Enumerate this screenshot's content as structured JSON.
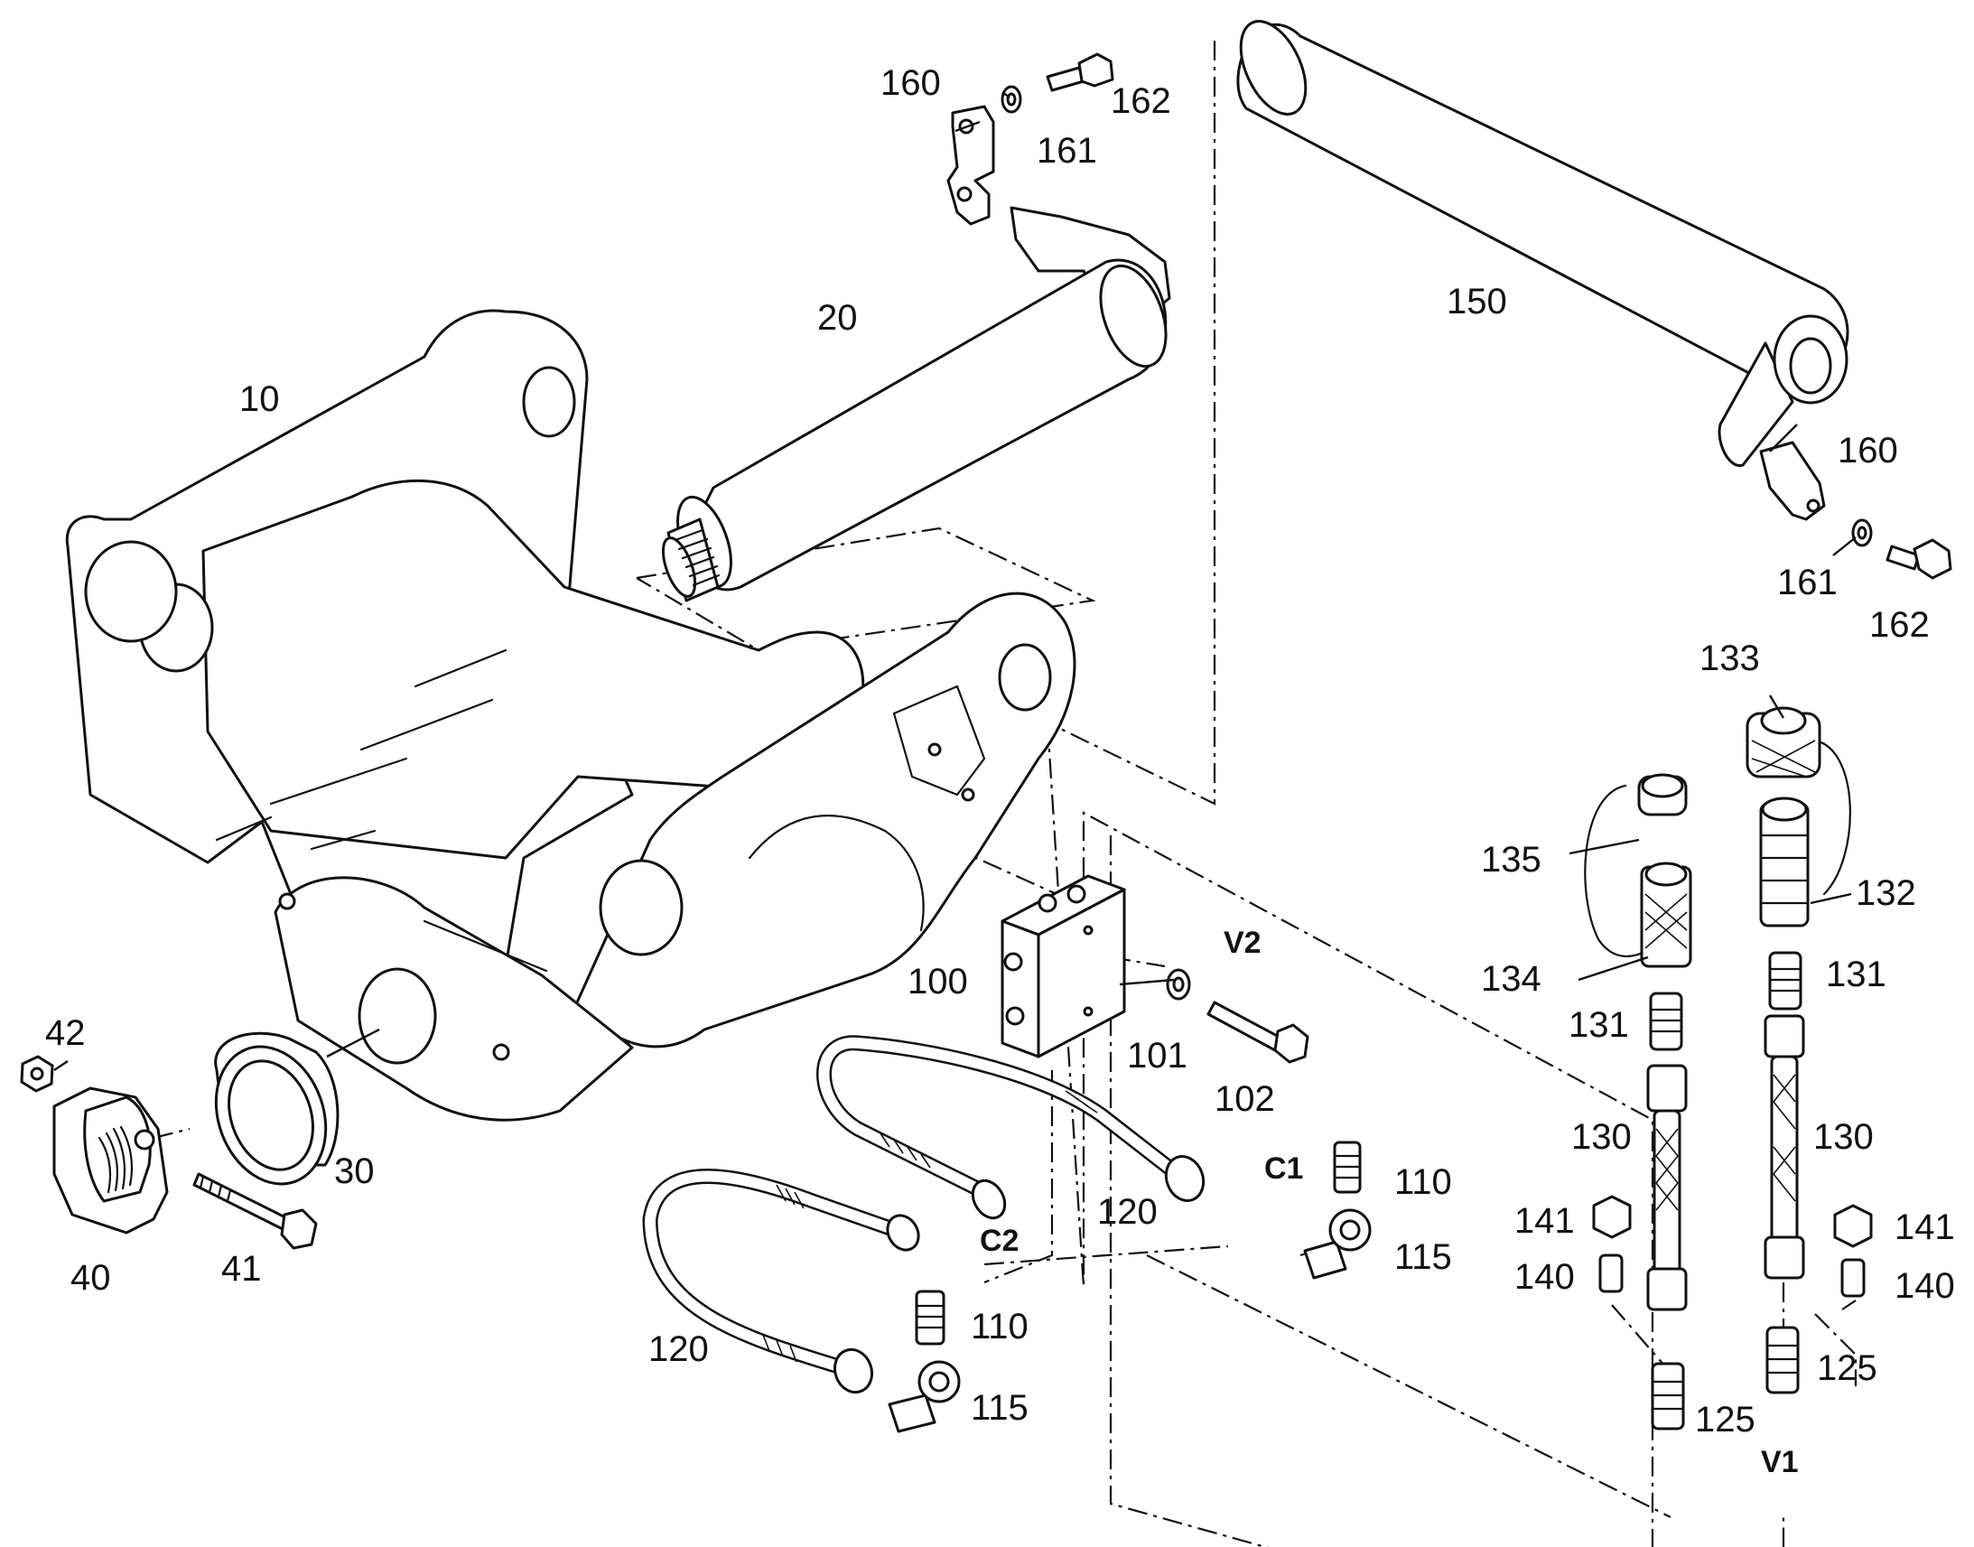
{
  "labels": {
    "l10": "10",
    "l20": "20",
    "l30": "30",
    "l40": "40",
    "l41": "41",
    "l42": "42",
    "l100": "100",
    "l101": "101",
    "l102": "102",
    "l110a": "110",
    "l110b": "110",
    "l115a": "115",
    "l115b": "115",
    "l120a": "120",
    "l120b": "120",
    "l125a": "125",
    "l125b": "125",
    "l130a": "130",
    "l130b": "130",
    "l131a": "131",
    "l131b": "131",
    "l132": "132",
    "l133": "133",
    "l134": "134",
    "l135": "135",
    "l140a": "140",
    "l140b": "140",
    "l141a": "141",
    "l141b": "141",
    "l150": "150",
    "l160a": "160",
    "l160b": "160",
    "l161a": "161",
    "l161b": "161",
    "l162a": "162",
    "l162b": "162",
    "lV1": "V1",
    "lV2": "V2",
    "lC1": "C1",
    "lC2": "C2"
  }
}
